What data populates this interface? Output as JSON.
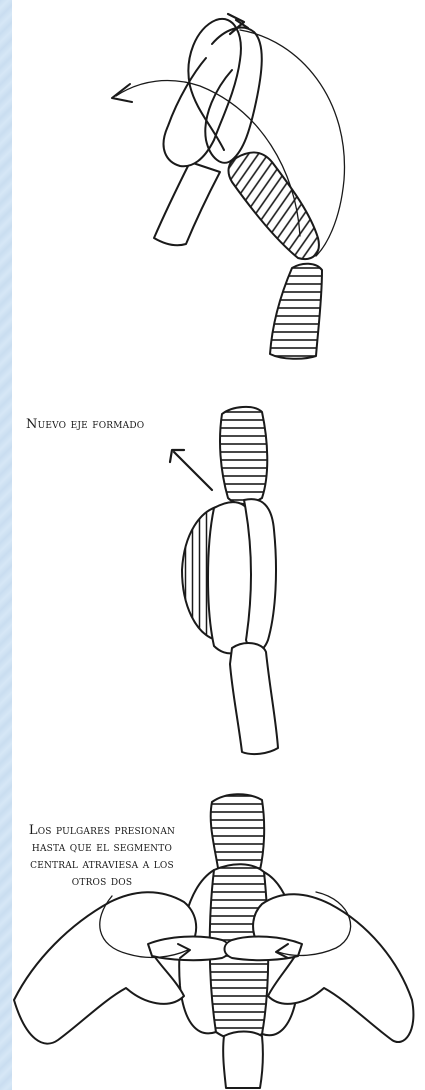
{
  "figure": {
    "label_new_axis": "Nuevo eje formado",
    "label_thumbs": [
      "Los pulgares presionan",
      "hasta que el segmento",
      "central atraviesa a los",
      "otros dos"
    ],
    "colors": {
      "background_border": "#cfe2f3",
      "ink": "#1a1a1a",
      "paper": "#ffffff"
    }
  }
}
